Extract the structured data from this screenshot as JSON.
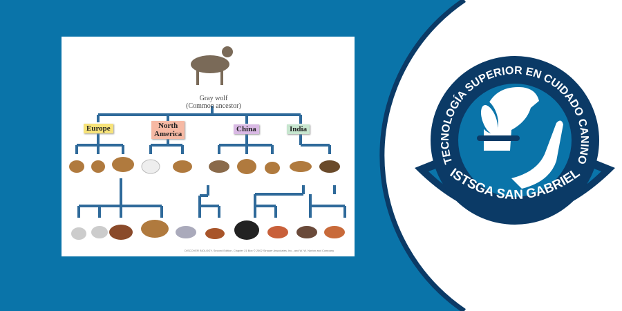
{
  "diagram": {
    "root": {
      "name": "Gray wolf",
      "note": "(Common ancestor)"
    },
    "regions": [
      {
        "label": "Europe",
        "color": "#f7e37a"
      },
      {
        "label": "North America",
        "line1": "North",
        "line2": "America",
        "color": "#f6b9a4"
      },
      {
        "label": "China",
        "color": "#d9b9e4"
      },
      {
        "label": "India",
        "color": "#c7e6cf"
      }
    ],
    "caption": "DISCOVER BIOLOGY, Second Edition, Chapter 21 Box  © 2002 Sinauer Associates, Inc., and W. W. Norton and Company",
    "line_color": "#2f6a9a"
  },
  "logo": {
    "arc_text": "TECNOLOGÍA SUPERIOR EN CUIDADO CANINO",
    "banner_text": "ISTSGA SAN GABRIEL",
    "navy": "#0b3a66",
    "blue": "#0a74a9"
  }
}
